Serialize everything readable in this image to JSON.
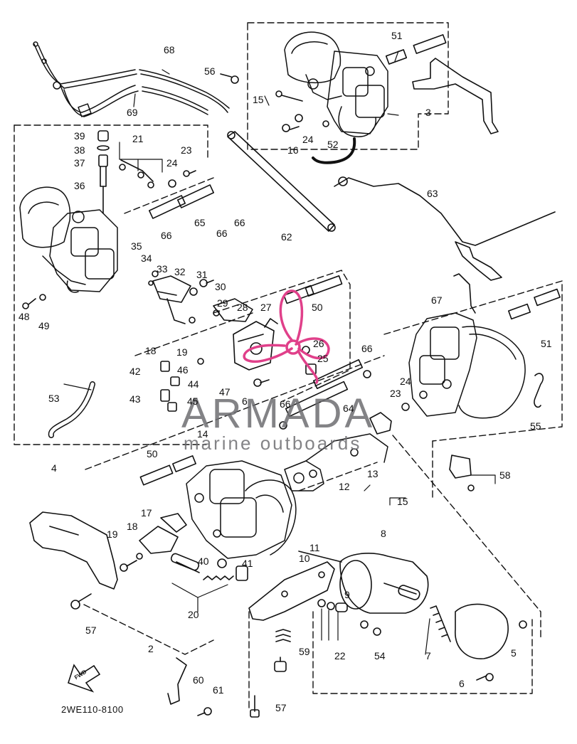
{
  "drawing_code": "2WE110-8100",
  "fwd_label": "FWD",
  "watermark": {
    "brand": "ARMADA",
    "tagline": "marine outboards",
    "logo_color": "#e0408a",
    "text_color": "#6e6e72"
  },
  "part_labels": [
    "51",
    "68",
    "56",
    "15",
    "3",
    "69",
    "24",
    "16",
    "52",
    "39",
    "21",
    "38",
    "23",
    "37",
    "24",
    "36",
    "66",
    "65",
    "66",
    "66",
    "62",
    "63",
    "35",
    "34",
    "33",
    "32",
    "31",
    "30",
    "29",
    "28",
    "27",
    "50",
    "48",
    "49",
    "67",
    "51",
    "18",
    "19",
    "26",
    "25",
    "66",
    "42",
    "46",
    "44",
    "47",
    "6",
    "24",
    "23",
    "43",
    "53",
    "45",
    "66",
    "64",
    "55",
    "14",
    "4",
    "50",
    "13",
    "58",
    "12",
    "15",
    "17",
    "19",
    "18",
    "40",
    "41",
    "11",
    "10",
    "8",
    "9",
    "20",
    "57",
    "22",
    "54",
    "7",
    "5",
    "2",
    "59",
    "60",
    "61",
    "6",
    "57"
  ],
  "colors": {
    "line": "#111111",
    "background": "#ffffff"
  }
}
